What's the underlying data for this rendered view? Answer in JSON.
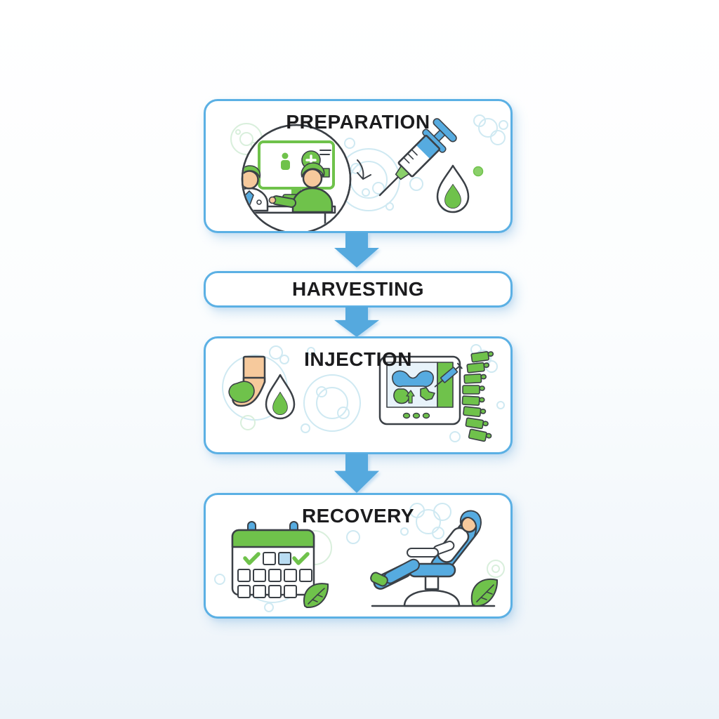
{
  "diagram": {
    "type": "flowchart",
    "direction": "vertical",
    "steps": [
      {
        "label": "PREPARATION",
        "icons": [
          "doctor-consultation-icon",
          "curved-arrow-icon",
          "syringe-icon",
          "droplet-icon",
          "molecule-bubbles-icon"
        ]
      },
      {
        "label": "HARVESTING",
        "icons": []
      },
      {
        "label": "INJECTION",
        "icons": [
          "ankle-treatment-icon",
          "droplet-icon",
          "imaging-monitor-icon",
          "guided-syringe-icon",
          "spine-icon",
          "molecule-bubbles-icon"
        ]
      },
      {
        "label": "RECOVERY",
        "icons": [
          "recovery-calendar-icon",
          "leaf-icon",
          "recovery-chair-icon",
          "patient-icon",
          "bubbles-icon"
        ]
      }
    ],
    "connectors": [
      "arrow-down",
      "arrow-down",
      "arrow-down"
    ],
    "colors": {
      "box_border": "#5bb0e4",
      "arrow": "#55a9de",
      "title_text": "#1c1c1e",
      "accent_blue": "#56abe0",
      "accent_blue_light": "#b9dcf2",
      "accent_green": "#6fc24b",
      "accent_green_light": "#8bd06a",
      "skin": "#f6c99c",
      "outline": "#3b4046",
      "bubble": "#cfe9f2",
      "bubble_green": "#d9efdc"
    }
  }
}
